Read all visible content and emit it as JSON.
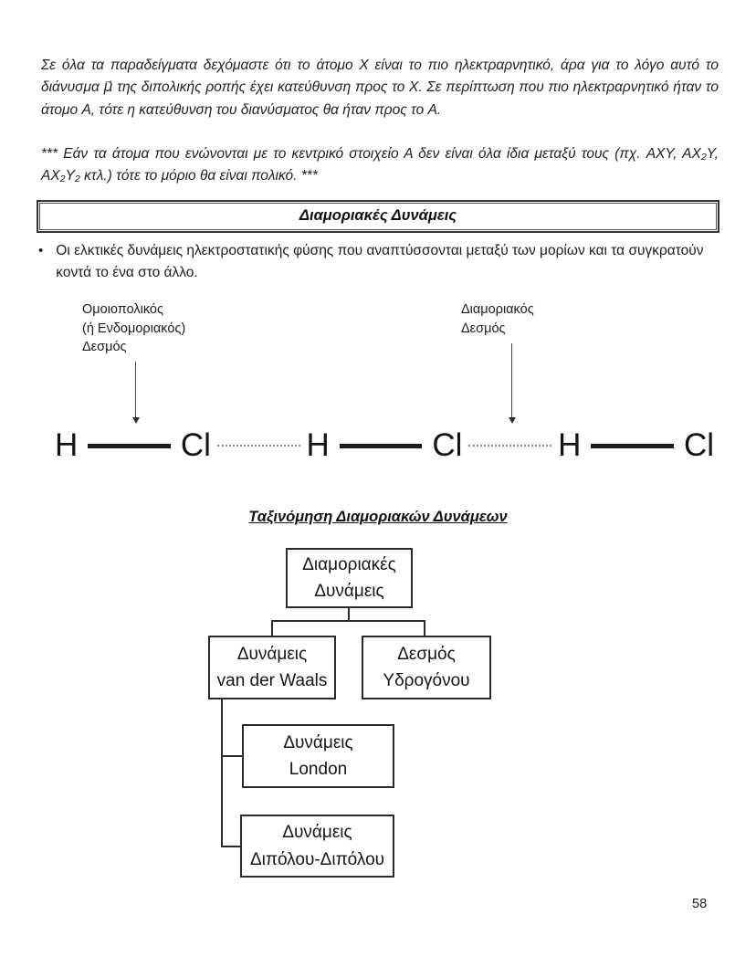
{
  "intro": {
    "para1": "Σε όλα τα παραδείγματα δεχόμαστε ότι το άτομο X είναι το πιο ηλεκτραρνητικό, άρα για το λόγο αυτό το διάνυσμα μ⃗ της διπολικής ροπής έχει κατεύθυνση προς το X. Σε περίπτωση που πιο ηλεκτραρνητικό ήταν το άτομο A, τότε η κατεύθυνση του διανύσματος θα ήταν προς το A.",
    "para2": "*** Εάν τα άτομα που ενώνονται με το κεντρικό στοιχείο Α δεν είναι όλα ίδια μεταξύ τους (πχ. AXY, AX₂Y, AX₂Y₂ κτλ.) τότε το μόριο θα είναι πολικό. ***"
  },
  "section": {
    "title": "Διαμοριακές Δυνάμεις",
    "bullet_marker": "•",
    "bullet": "Οι ελκτικές δυνάμεις ηλεκτροστατικής φύσης που αναπτύσσονται μεταξύ των μορίων και τα συγκρατούν κοντά το ένα στο άλλο."
  },
  "bond_diagram": {
    "left_label": {
      "line1": "Ομοιοπολικός",
      "line2": "(ή Ενδομοριακός)",
      "line3": "Δεσμός"
    },
    "right_label": {
      "line1": "Διαμοριακός",
      "line2": "Δεσμός"
    },
    "atoms": [
      "H",
      "Cl",
      "H",
      "Cl",
      "H",
      "Cl"
    ]
  },
  "tree": {
    "title": "Ταξινόμηση Διαμοριακών Δυνάμεων",
    "root": {
      "line1": "Διαμοριακές",
      "line2": "Δυνάμεις"
    },
    "vdw": {
      "line1": "Δυνάμεις",
      "line2": "van der Waals"
    },
    "hydrogen": {
      "line1": "Δεσμός",
      "line2": "Υδρογόνου"
    },
    "london": {
      "line1": "Δυνάμεις",
      "line2": "London"
    },
    "dipole": {
      "line1": "Δυνάμεις",
      "line2": "Διπόλου-Διπόλου"
    }
  },
  "footer": {
    "page_number": "58"
  },
  "colors": {
    "ink": "#1c1c1c",
    "box_border": "#2b2b2b",
    "dotted_bond": "#8d8d8d"
  }
}
